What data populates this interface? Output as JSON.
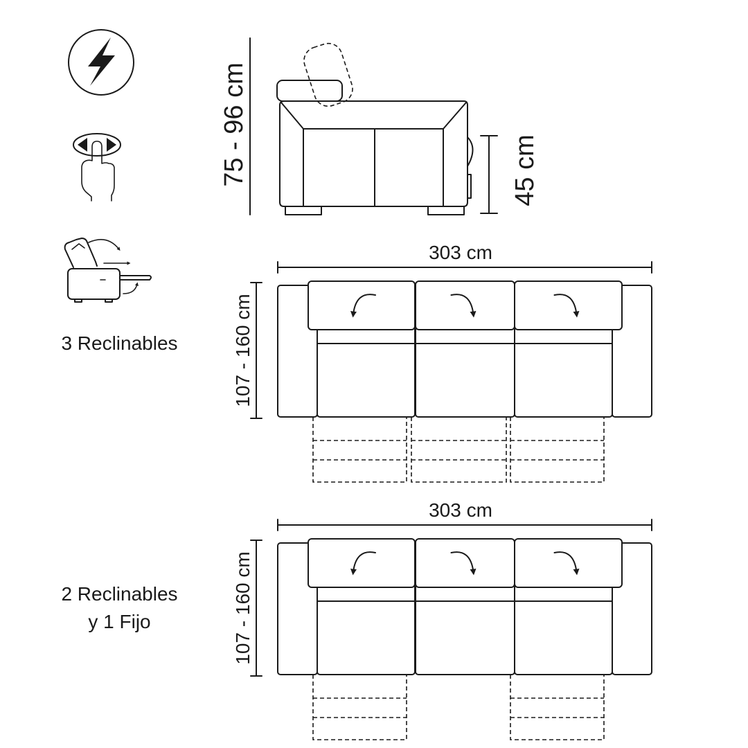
{
  "icons": [
    {
      "name": "electric-power-icon"
    },
    {
      "name": "touch-control-icon"
    },
    {
      "name": "recliner-mechanism-icon"
    }
  ],
  "side_view": {
    "height_label": "75 - 96 cm",
    "seat_height_label": "45 cm"
  },
  "configurations": [
    {
      "caption_lines": [
        "3 Reclinables"
      ],
      "width_label": "303 cm",
      "depth_label": "107 - 160 cm",
      "seats": [
        {
          "arrow": "counterclockwise",
          "reclines": true
        },
        {
          "arrow": "clockwise",
          "reclines": true
        },
        {
          "arrow": "clockwise",
          "reclines": true
        }
      ]
    },
    {
      "caption_lines": [
        "2 Reclinables",
        "y 1 Fijo"
      ],
      "width_label": "303 cm",
      "depth_label": "107 - 160 cm",
      "seats": [
        {
          "arrow": "counterclockwise",
          "reclines": true
        },
        {
          "arrow": "clockwise",
          "reclines": false
        },
        {
          "arrow": "clockwise",
          "reclines": true
        }
      ]
    }
  ]
}
